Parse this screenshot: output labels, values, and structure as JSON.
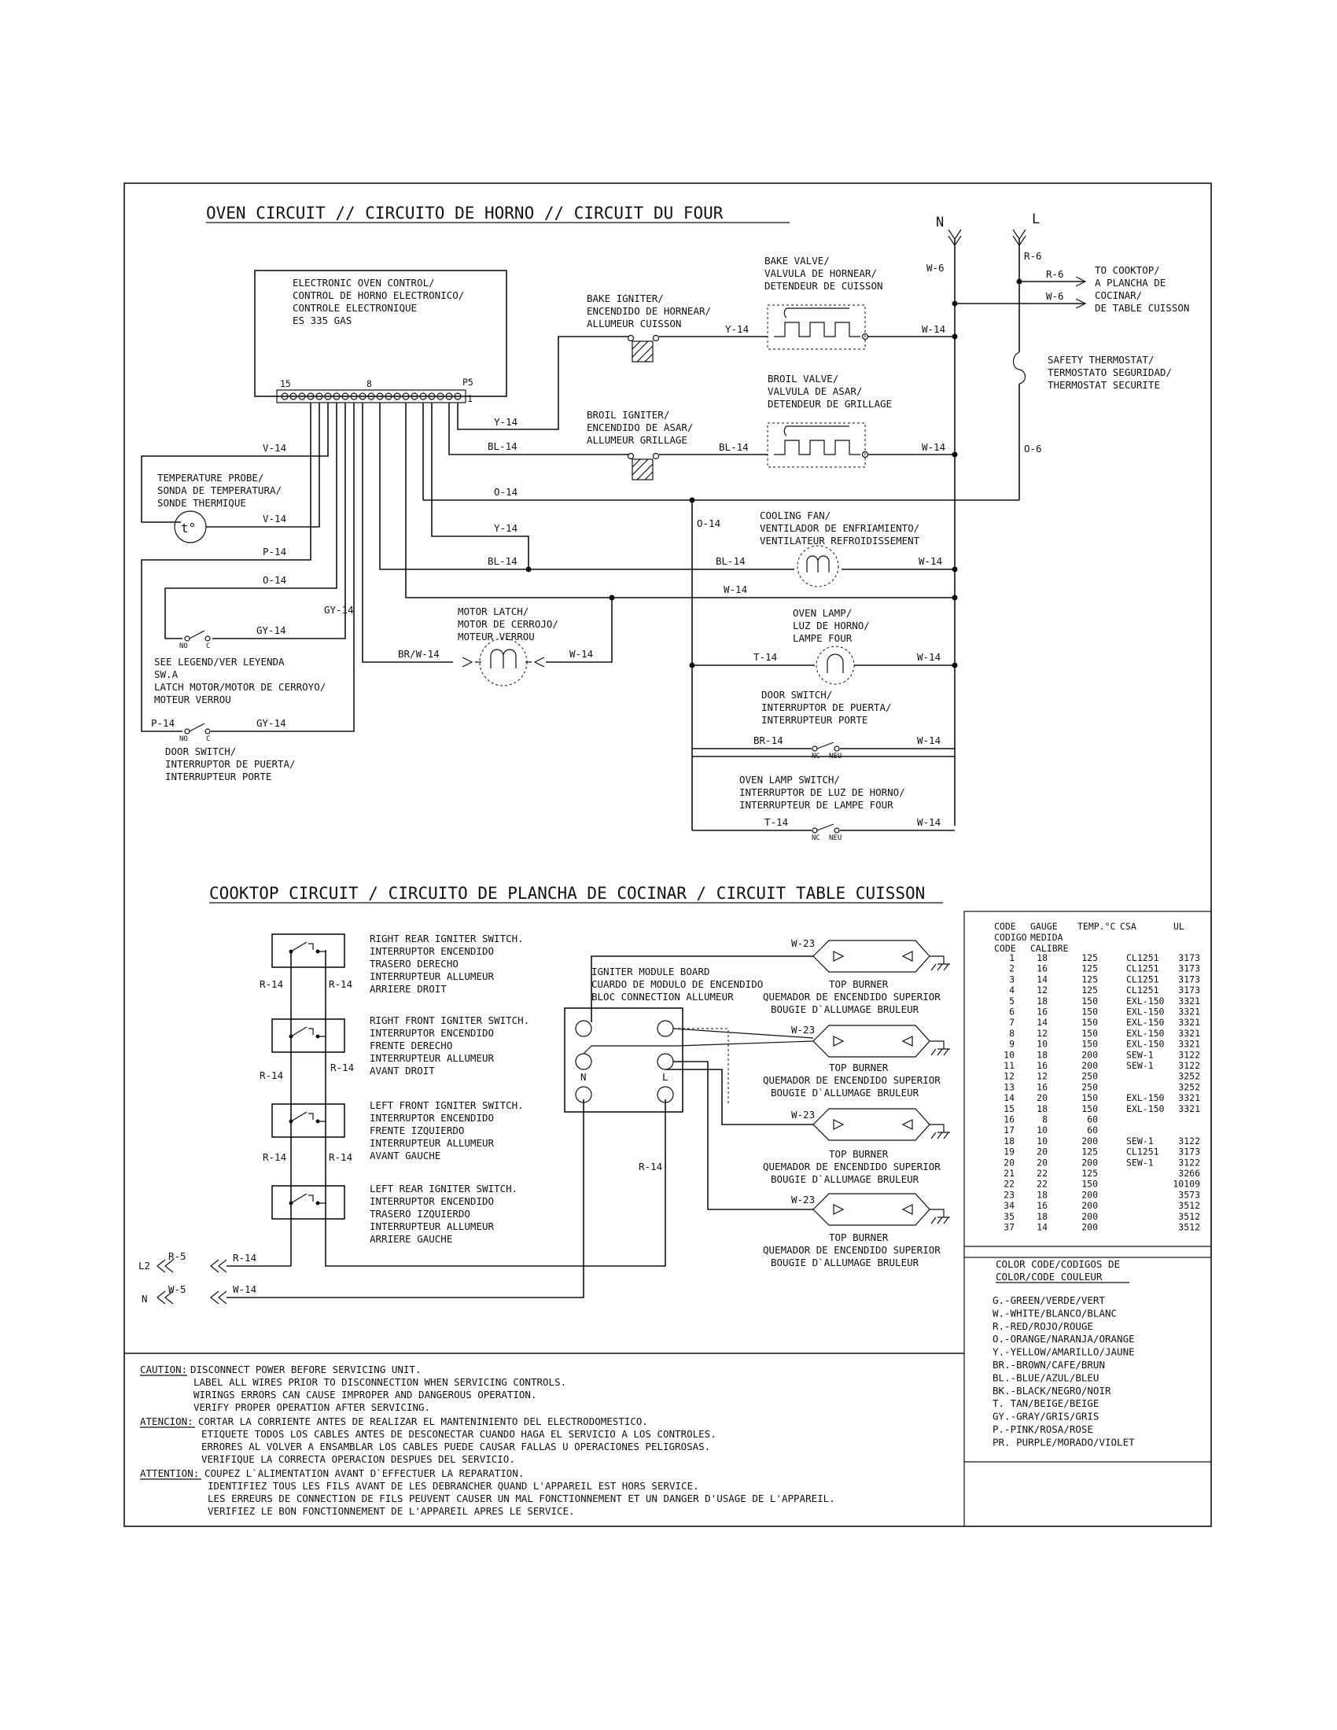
{
  "headings": {
    "oven": "OVEN CIRCUIT // CIRCUITO DE HORNO // CIRCUIT DU FOUR",
    "cooktop": "COOKTOP CIRCUIT / CIRCUITO DE PLANCHA DE COCINAR / CIRCUIT TABLE CUISSON"
  },
  "power": {
    "neutral": "N",
    "line": "L",
    "n_wire": "W-6",
    "l_wire": "R-6"
  },
  "to_cooktop": {
    "r_wire": "R-6",
    "w_wire": "W-6",
    "lines": [
      "TO COOKTOP/",
      "A PLANCHA DE",
      "COCINAR/",
      "DE TABLE CUISSON"
    ]
  },
  "control": {
    "lines": [
      "ELECTRONIC OVEN CONTROL/",
      "CONTROL DE HORNO ELECTRONICO/",
      "CONTROLE ELECTRONIQUE",
      "ES 335 GAS"
    ],
    "pin_15": "15",
    "pin_8": "8",
    "pin_p5": "P5",
    "pin_1": "1"
  },
  "bake_valve": [
    "BAKE VALVE/",
    "VALVULA DE HORNEAR/",
    "DETENDEUR DE CUISSON"
  ],
  "bake_igniter": [
    "BAKE IGNITER/",
    "ENCENDIDO DE HORNEAR/",
    "ALLUMEUR CUISSON"
  ],
  "broil_valve": [
    "BROIL VALVE/",
    "VALVULA DE ASAR/",
    "DETENDEUR DE GRILLAGE"
  ],
  "broil_igniter": [
    "BROIL IGNITER/",
    "ENCENDIDO DE ASAR/",
    "ALLUMEUR GRILLAGE"
  ],
  "safety_thermostat": [
    "SAFETY THERMOSTAT/",
    "TERMOSTATO SEGURIDAD/",
    "THERMOSTAT SECURITE"
  ],
  "temperature_probe": [
    "TEMPERATURE PROBE/",
    "SONDA DE TEMPERATURA/",
    "SONDE THERMIQUE"
  ],
  "probe_symbol": "t°",
  "cooling_fan": [
    "COOLING FAN/",
    "VENTILADOR DE ENFRIAMIENTO/",
    "VENTILATEUR REFROIDISSEMENT"
  ],
  "motor_latch": [
    "MOTOR LATCH/",
    "MOTOR DE CERROJO/",
    "MOTEUR VERROU"
  ],
  "oven_lamp": [
    "OVEN LAMP/",
    "LUZ DE HORNO/",
    "LAMPE FOUR"
  ],
  "door_switch_right": [
    "DOOR SWITCH/",
    "INTERRUPTOR DE PUERTA/",
    "INTERRUPTEUR PORTE"
  ],
  "oven_lamp_switch": [
    "OVEN LAMP SWITCH/",
    "INTERRUPTOR DE LUZ DE HORNO/",
    "INTERRUPTEUR DE LAMPE FOUR"
  ],
  "legend_note": [
    "SEE LEGEND/VER LEYENDA",
    "SW.A",
    "LATCH MOTOR/MOTOR DE CERROYO/",
    "MOTEUR VERROU"
  ],
  "door_switch_left": [
    "DOOR SWITCH/",
    "INTERRUPTOR DE PUERTA/",
    "INTERRUPTEUR PORTE"
  ],
  "switch_marks": {
    "no": "NO",
    "c": "C",
    "nc": "NC",
    "neu": "NEU"
  },
  "oven_wires": {
    "bake_y": "Y-14",
    "bake_w": "W-14",
    "broil_y": "Y-14",
    "broil_bl_left": "BL-14",
    "broil_bl_right": "BL-14",
    "broil_w": "W-14",
    "probe_v_top": "V-14",
    "probe_v_bottom": "V-14",
    "o_main": "O-14",
    "o_thermostat": "O-6",
    "o_branch": "O-14",
    "y_fan": "Y-14",
    "p_14": "P-14",
    "o_latch": "O-14",
    "bl_fan_left": "BL-14",
    "bl_fan_right": "BL-14",
    "w_fan": "W-14",
    "gy_top": "GY-14",
    "gy_latch": "GY-14",
    "w_latch_bus": "W-14",
    "brw_motor": "BR/W-14",
    "w_motor": "W-14",
    "t_lamp": "T-14",
    "w_lamp": "W-14",
    "br_door": "BR-14",
    "w_door": "W-14",
    "t_lampsw": "T-14",
    "w_lampsw": "W-14",
    "p_door": "P-14",
    "gy_door": "GY-14"
  },
  "cooktop_switches": {
    "right_rear": [
      "RIGHT REAR IGNITER SWITCH.",
      "INTERRUPTOR ENCENDIDO",
      "TRASERO DERECHO",
      "INTERRUPTEUR ALLUMEUR",
      "ARRIERE DROIT"
    ],
    "right_front": [
      "RIGHT FRONT IGNITER SWITCH.",
      "INTERRUPTOR   ENCENDIDO",
      "FRENTE DERECHO",
      "INTERRUPTEUR ALLUMEUR",
      "AVANT DROIT"
    ],
    "left_front": [
      "LEFT FRONT IGNITER SWITCH.",
      "INTERRUPTOR   ENCENDIDO",
      "FRENTE IZQUIERDO",
      "INTERRUPTEUR ALLUMEUR",
      "AVANT GAUCHE"
    ],
    "left_rear": [
      "LEFT REAR IGNITER SWITCH.",
      "INTERRUPTOR ENCENDIDO",
      "TRASERO IZQUIERDO",
      "INTERRUPTEUR ALLUMEUR",
      "ARRIERE GAUCHE"
    ]
  },
  "module_board": {
    "lines": [
      "IGNITER MODULE BOARD",
      "CUARDO DE MODULO DE ENCENDIDO",
      "BLOC CONNECTION ALLUMEUR"
    ],
    "n": "N",
    "l": "L"
  },
  "top_burner": [
    "TOP BURNER",
    "QUEMADOR DE ENCENDIDO SUPERIOR",
    "BOUGIE D`ALLUMAGE BRULEUR"
  ],
  "cooktop_wires": {
    "w23": "W-23",
    "r14": "R-14",
    "module_r14": "R-14",
    "l2": "L2",
    "r5": "R-5",
    "l2_r14": "R-14",
    "n": "N",
    "w5": "W-5",
    "n_w14": "W-14"
  },
  "wire_table": {
    "header1": [
      "CODE",
      "GAUGE",
      "TEMP.°C",
      "CSA",
      "UL"
    ],
    "header2": [
      "CODIGO",
      "MEDIDA"
    ],
    "header3": [
      "CODE",
      "CALIBRE"
    ],
    "rows": [
      [
        "1",
        "18",
        "125",
        "CL1251",
        "3173"
      ],
      [
        "2",
        "16",
        "125",
        "CL1251",
        "3173"
      ],
      [
        "3",
        "14",
        "125",
        "CL1251",
        "3173"
      ],
      [
        "4",
        "12",
        "125",
        "CL1251",
        "3173"
      ],
      [
        "5",
        "18",
        "150",
        "EXL-150",
        "3321"
      ],
      [
        "6",
        "16",
        "150",
        "EXL-150",
        "3321"
      ],
      [
        "7",
        "14",
        "150",
        "EXL-150",
        "3321"
      ],
      [
        "8",
        "12",
        "150",
        "EXL-150",
        "3321"
      ],
      [
        "9",
        "10",
        "150",
        "EXL-150",
        "3321"
      ],
      [
        "10",
        "18",
        "200",
        "SEW-1",
        "3122"
      ],
      [
        "11",
        "16",
        "200",
        "SEW-1",
        "3122"
      ],
      [
        "12",
        "12",
        "250",
        "",
        "3252"
      ],
      [
        "13",
        "16",
        "250",
        "",
        "3252"
      ],
      [
        "14",
        "20",
        "150",
        "EXL-150",
        "3321"
      ],
      [
        "15",
        "18",
        "150",
        "EXL-150",
        "3321"
      ],
      [
        "16",
        "8",
        "60",
        "",
        ""
      ],
      [
        "17",
        "10",
        "60",
        "",
        ""
      ],
      [
        "18",
        "10",
        "200",
        "SEW-1",
        "3122"
      ],
      [
        "19",
        "20",
        "125",
        "CL1251",
        "3173"
      ],
      [
        "20",
        "20",
        "200",
        "SEW-1",
        "3122"
      ],
      [
        "21",
        "22",
        "125",
        "",
        "3266"
      ],
      [
        "22",
        "22",
        "150",
        "",
        "10109"
      ],
      [
        "23",
        "18",
        "200",
        "",
        "3573"
      ],
      [
        "34",
        "16",
        "200",
        "",
        "3512"
      ],
      [
        "35",
        "18",
        "200",
        "",
        "3512"
      ],
      [
        "37",
        "14",
        "200",
        "",
        "3512"
      ]
    ]
  },
  "color_code": {
    "title1": "COLOR CODE/CODIGOS DE",
    "title2": "COLOR/CODE COULEUR",
    "items": [
      "G.-GREEN/VERDE/VERT",
      "W.-WHITE/BLANCO/BLANC",
      "R.-RED/ROJO/ROUGE",
      "O.-ORANGE/NARANJA/ORANGE",
      "Y.-YELLOW/AMARILLO/JAUNE",
      "BR.-BROWN/CAFE/BRUN",
      "BL.-BLUE/AZUL/BLEU",
      "BK.-BLACK/NEGRO/NOIR",
      "T. TAN/BEIGE/BEIGE",
      "GY.-GRAY/GRIS/GRIS",
      "P.-PINK/ROSA/ROSE",
      "PR. PURPLE/MORADO/VIOLET"
    ]
  },
  "caution": {
    "caution_label": "CAUTION:",
    "caution_lines": [
      "DISCONNECT POWER BEFORE SERVICING UNIT.",
      "LABEL ALL WIRES PRIOR TO DISCONNECTION WHEN SERVICING CONTROLS.",
      "WIRINGS ERRORS CAN CAUSE IMPROPER AND DANGEROUS OPERATION.",
      "VERIFY PROPER OPERATION AFTER SERVICING."
    ],
    "atencion_label": "ATENCION:",
    "atencion_lines": [
      "CORTAR LA CORRIENTE ANTES DE REALIZAR EL MANTENINIENTO DEL ELECTRODOMESTICO.",
      "ETIQUETE TODOS LOS CABLES ANTES DE DESCONECTAR CUANDO HAGA EL SERVICIO A LOS CONTROLES.",
      "ERRORES AL VOLVER A ENSAMBLAR LOS CABLES PUEDE CAUSAR FALLAS U OPERACIONES PELIGROSAS.",
      "VERIFIQUE LA CORRECTA OPERACION DESPUES DEL SERVICIO."
    ],
    "attention_label": "ATTENTION:",
    "attention_lines": [
      "COUPEZ L`ALIMENTATION AVANT D`EFFECTUER LA REPARATION.",
      "IDENTIFIEZ TOUS LES FILS AVANT DE LES DEBRANCHER QUAND L'APPAREIL EST HORS SERVICE.",
      "LES ERREURS DE CONNECTION DE FILS PEUVENT CAUSER UN MAL FONCTIONNEMENT ET UN DANGER D'USAGE DE L'APPAREIL.",
      "VERIFIEZ LE BON FONCTIONNEMENT DE L'APPAREIL APRES LE SERVICE."
    ]
  }
}
